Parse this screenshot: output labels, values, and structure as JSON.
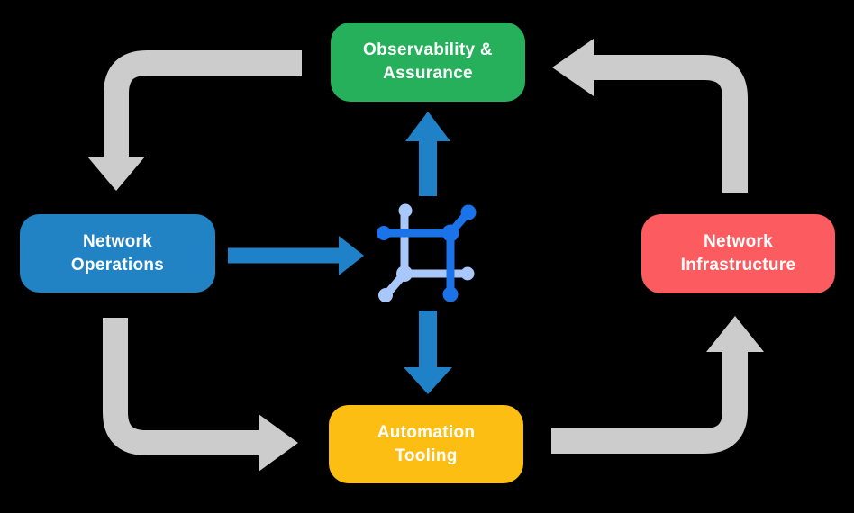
{
  "diagram": {
    "background": "#000000",
    "nodes": {
      "observability": {
        "lines": [
          "Observability &",
          "Assurance"
        ],
        "color": "#26b05c"
      },
      "operations": {
        "lines": [
          "Network",
          "Operations"
        ],
        "color": "#2183c4"
      },
      "infrastructure": {
        "lines": [
          "Network",
          "Infrastructure"
        ],
        "color": "#fc5c5f"
      },
      "automation": {
        "lines": [
          "Automation",
          "Tooling"
        ],
        "color": "#fdbe13"
      }
    },
    "colors": {
      "cycle_arrow": "#cccccc",
      "flow_arrow": "#1f82c8",
      "icon_dark": "#1a73e8",
      "icon_light": "#a8c7fa",
      "text": "#ffffff"
    },
    "center_icon": "network-mesh-icon"
  }
}
